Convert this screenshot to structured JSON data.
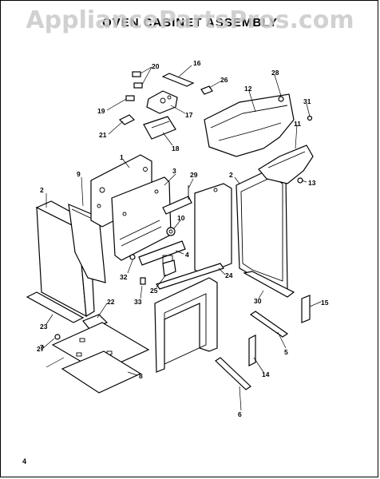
{
  "watermark": "AppliancePartsPros.com",
  "title": "OVEN CABINET ASSEMBLY",
  "page_number": "4",
  "callouts": [
    "1",
    "2",
    "2",
    "3",
    "4",
    "5",
    "6",
    "7",
    "8",
    "9",
    "10",
    "11",
    "12",
    "13",
    "14",
    "15",
    "16",
    "17",
    "18",
    "19",
    "20",
    "21",
    "22",
    "23",
    "24",
    "25",
    "26",
    "27",
    "28",
    "29",
    "30",
    "31",
    "32",
    "33"
  ]
}
